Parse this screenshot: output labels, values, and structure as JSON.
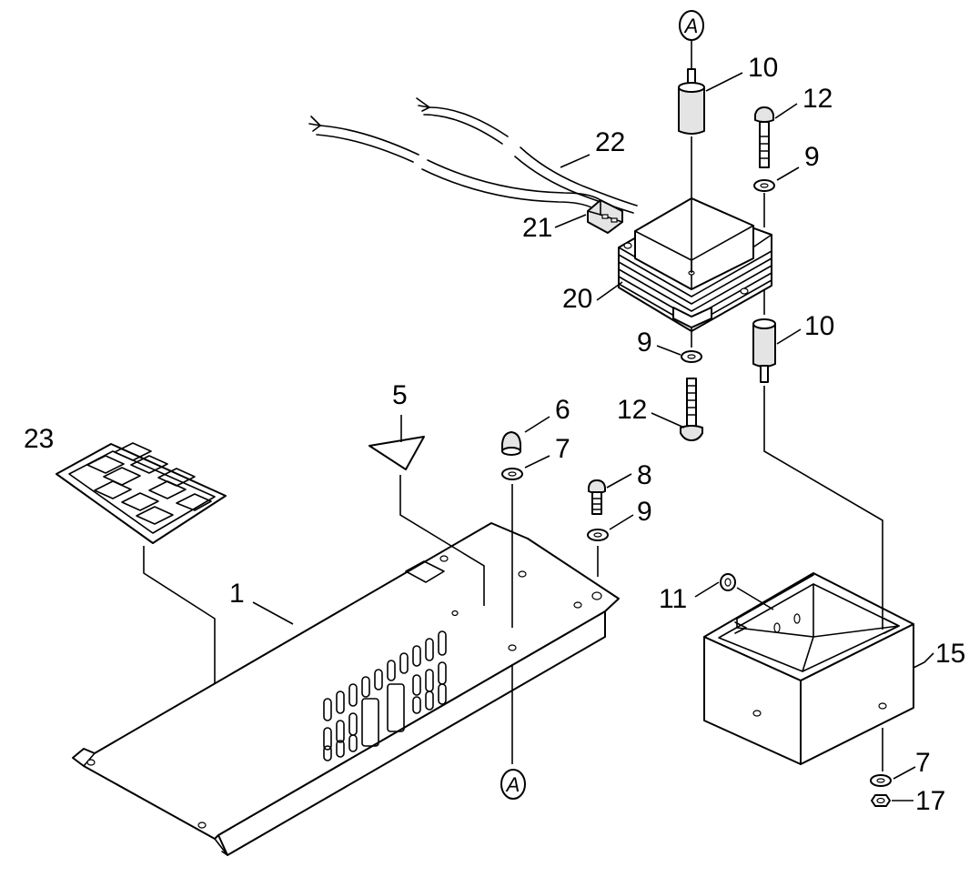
{
  "callouts": {
    "c1": "1",
    "c5": "5",
    "c6": "6",
    "c7a": "7",
    "c7b": "7",
    "c8": "8",
    "c9a": "9",
    "c9b": "9",
    "c9c": "9",
    "c10a": "10",
    "c10b": "10",
    "c11": "11",
    "c12a": "12",
    "c12b": "12",
    "c15": "15",
    "c17": "17",
    "c20": "20",
    "c21": "21",
    "c22": "22",
    "c23": "23"
  },
  "refs": {
    "top": "A",
    "bottom": "A"
  }
}
